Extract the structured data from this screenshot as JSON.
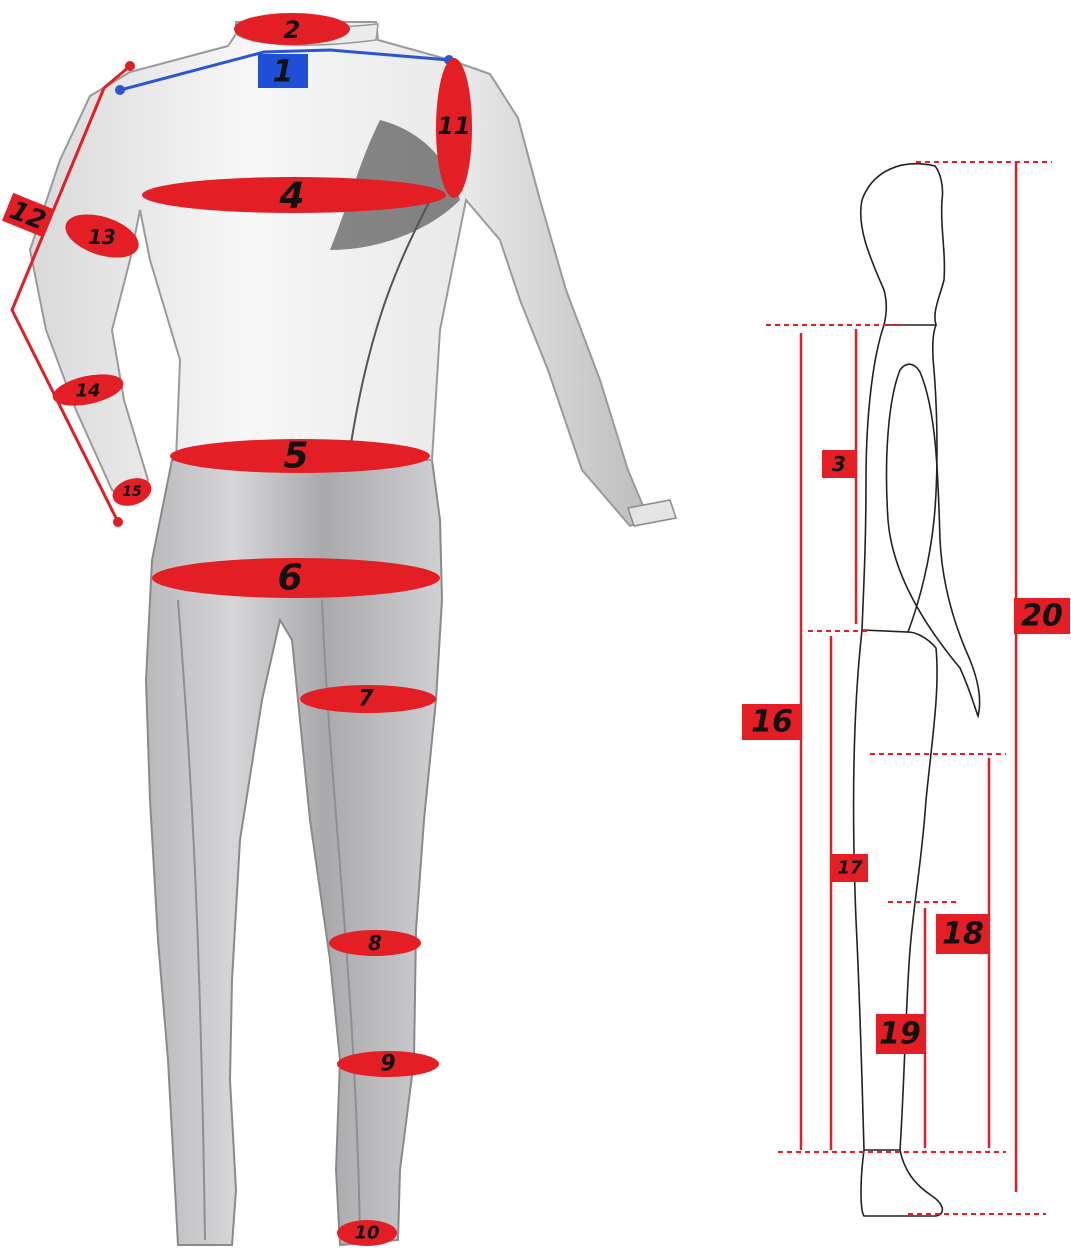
{
  "colors": {
    "marker": "#e41e25",
    "shoulder_line": "#2a55d6",
    "label_box_blue": "#1f4fd6",
    "label_text": "#111111",
    "suit_top": "#f2f2f2",
    "suit_pants": "#c9c9cb",
    "outline": "#222222",
    "dashed_line": "#e41e25"
  },
  "measurements": {
    "m1": "1",
    "m2": "2",
    "m3": "3",
    "m4": "4",
    "m5": "5",
    "m6": "6",
    "m7": "7",
    "m8": "8",
    "m9": "9",
    "m10": "10",
    "m11": "11",
    "m12": "12",
    "m13": "13",
    "m14": "14",
    "m15": "15",
    "m16": "16",
    "m17": "17",
    "m18": "18",
    "m19": "19",
    "m20": "20"
  }
}
